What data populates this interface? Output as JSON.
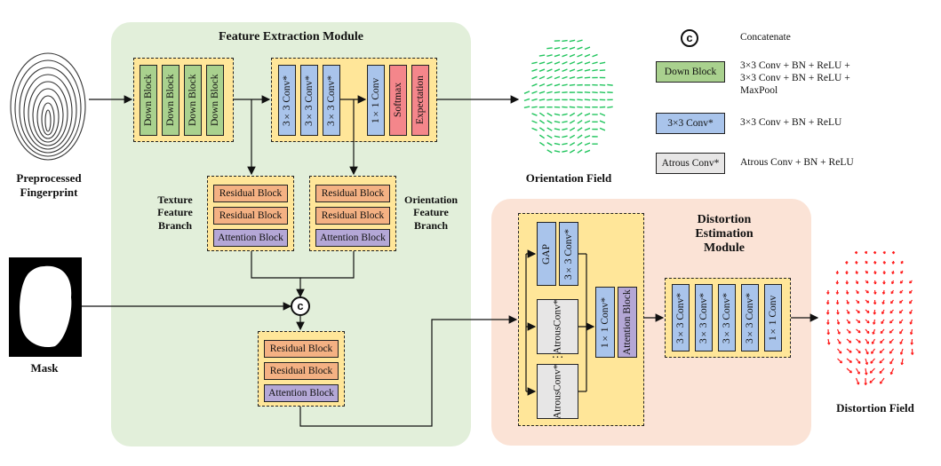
{
  "feature_extraction": {
    "title": "Feature Extraction Module",
    "down_block_label": "Down Block",
    "conv_label": "3×3 Conv*",
    "conv1x1_label": "1×1 Conv",
    "softmax_label": "Softmax",
    "expectation_label": "Expectation",
    "texture_branch": {
      "label_line1": "Texture",
      "label_line2": "Feature",
      "label_line3": "Branch"
    },
    "orientation_branch": {
      "label_line1": "Orientation",
      "label_line2": "Feature",
      "label_line3": "Branch"
    },
    "residual_label": "Residual Block",
    "attention_label": "Attention Block",
    "concat_symbol": "c"
  },
  "distortion": {
    "title_line1": "Distortion",
    "title_line2": "Estimation",
    "title_line3": "Module",
    "gap_label": "GAP",
    "conv_label": "3×3 Conv*",
    "atrous_label_line1": "Atrous",
    "atrous_label_line2": "Conv*",
    "ellipsis": "···",
    "conv1x1_label": "1×1 Conv*",
    "attention_label": "Attention Block",
    "head_conv3": "3×3 Conv*",
    "head_conv1": "1×1 Conv"
  },
  "io": {
    "fingerprint_line1": "Preprocessed",
    "fingerprint_line2": "Fingerprint",
    "mask": "Mask",
    "orientation_field": "Orientation Field",
    "distortion_field": "Distortion Field"
  },
  "legend": {
    "concat_symbol": "c",
    "concat_text": "Concatenate",
    "down_block_box": "Down Block",
    "down_block_line1": "3×3 Conv + BN + ReLU +",
    "down_block_line2": "3×3 Conv + BN + ReLU +",
    "down_block_line3": "MaxPool",
    "conv_box": "3×3 Conv*",
    "conv_text": "3×3 Conv + BN + ReLU",
    "atrous_box": "Atrous Conv*",
    "atrous_text": "Atrous Conv + BN + ReLU"
  },
  "colors": {
    "feature_module_bg": "#e2efda",
    "distortion_module_bg": "#fbe3d6",
    "group_bg": "#ffe699",
    "down_block": "#a9d18e",
    "conv": "#a9c4eb",
    "softmax": "#f4868b",
    "residual": "#f4b183",
    "attention": "#b4a7d6",
    "atrous": "#e7e6e6",
    "orientation_lines": "#22c55e",
    "distortion_arrows": "#ff1a1a"
  }
}
